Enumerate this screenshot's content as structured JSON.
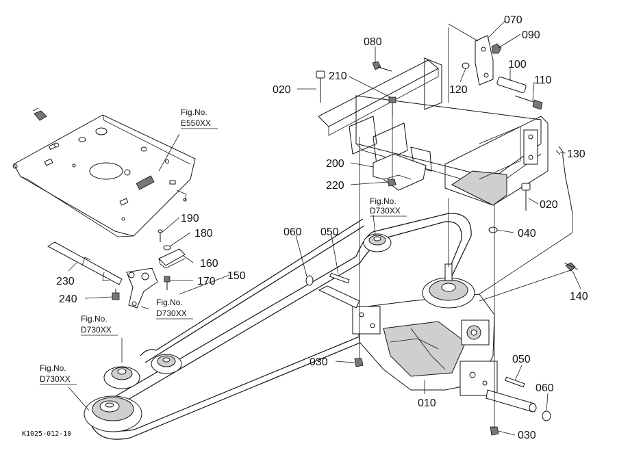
{
  "diagram": {
    "part_numbers": [
      {
        "id": "070",
        "label": "070"
      },
      {
        "id": "090",
        "label": "090"
      },
      {
        "id": "080",
        "label": "080"
      },
      {
        "id": "100",
        "label": "100"
      },
      {
        "id": "020a",
        "label": "020"
      },
      {
        "id": "210",
        "label": "210"
      },
      {
        "id": "120",
        "label": "120"
      },
      {
        "id": "110",
        "label": "110"
      },
      {
        "id": "130",
        "label": "130"
      },
      {
        "id": "200",
        "label": "200"
      },
      {
        "id": "220",
        "label": "220"
      },
      {
        "id": "020b",
        "label": "020"
      },
      {
        "id": "190",
        "label": "190"
      },
      {
        "id": "180",
        "label": "180"
      },
      {
        "id": "160",
        "label": "160"
      },
      {
        "id": "150",
        "label": "150"
      },
      {
        "id": "060a",
        "label": "060"
      },
      {
        "id": "050a",
        "label": "050"
      },
      {
        "id": "040",
        "label": "040"
      },
      {
        "id": "230",
        "label": "230"
      },
      {
        "id": "170",
        "label": "170"
      },
      {
        "id": "240",
        "label": "240"
      },
      {
        "id": "140",
        "label": "140"
      },
      {
        "id": "030a",
        "label": "030"
      },
      {
        "id": "050b",
        "label": "050"
      },
      {
        "id": "060b",
        "label": "060"
      },
      {
        "id": "010",
        "label": "010"
      },
      {
        "id": "030b",
        "label": "030"
      }
    ],
    "figure_refs": [
      {
        "id": "e550",
        "line1": "Fig.No.",
        "line2": "E550XX"
      },
      {
        "id": "d730-pulley",
        "line1": "Fig.No.",
        "line2": "D730XX"
      },
      {
        "id": "d730-bracket",
        "line1": "Fig.No.",
        "line2": "D730XX"
      },
      {
        "id": "d730-idler",
        "line1": "Fig.No.",
        "line2": "D730XX"
      },
      {
        "id": "d730-engine",
        "line1": "Fig.No.",
        "line2": "D730XX"
      }
    ],
    "drawing_code": "K1025-012-10"
  }
}
